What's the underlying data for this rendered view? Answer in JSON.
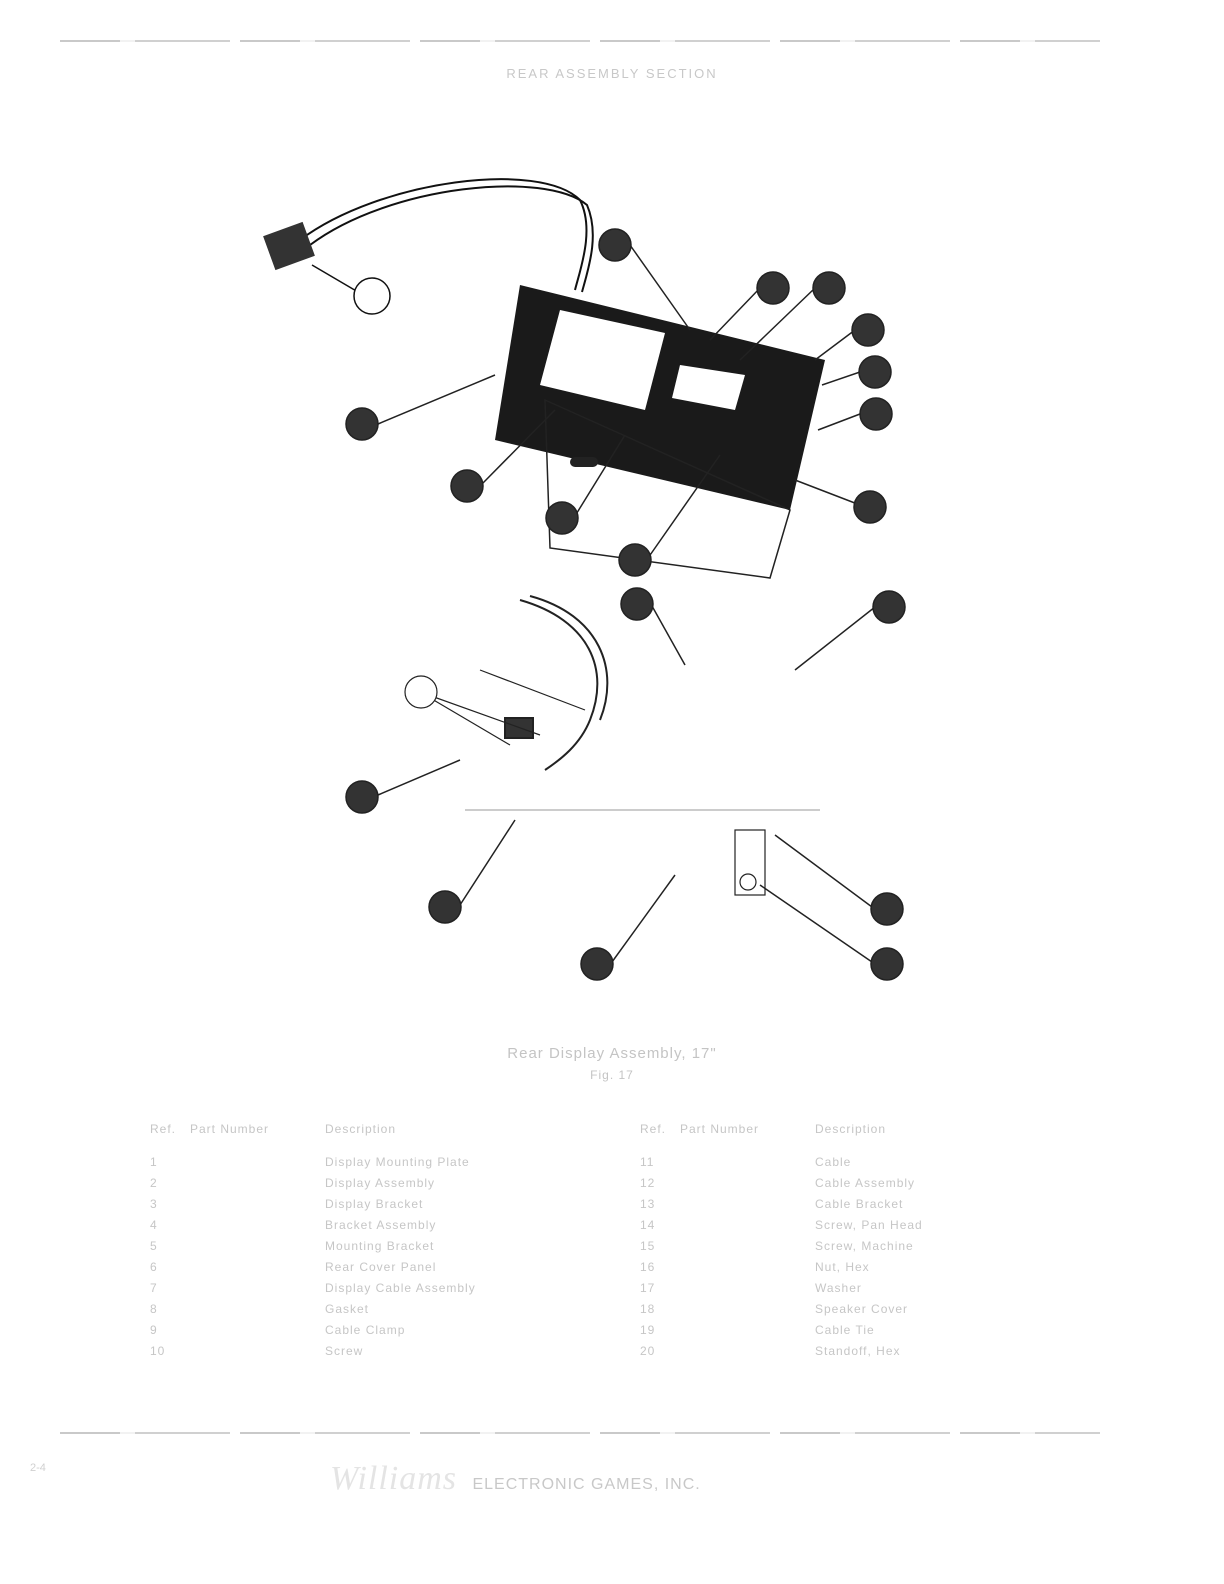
{
  "header": {
    "title": "REAR ASSEMBLY SECTION"
  },
  "figure": {
    "title": "Rear Display Assembly, 17\"",
    "subtitle": "Fig. 17"
  },
  "parts_table": {
    "columns": [
      "Ref.",
      "Part Number",
      "Description"
    ],
    "left": [
      {
        "ref": "1",
        "part": "",
        "desc": "Display Mounting Plate"
      },
      {
        "ref": "2",
        "part": "",
        "desc": "Display Assembly"
      },
      {
        "ref": "3",
        "part": "",
        "desc": "Display Bracket"
      },
      {
        "ref": "4",
        "part": "",
        "desc": "Bracket Assembly"
      },
      {
        "ref": "5",
        "part": "",
        "desc": "Mounting Bracket"
      },
      {
        "ref": "6",
        "part": "",
        "desc": "Rear Cover Panel"
      },
      {
        "ref": "7",
        "part": "",
        "desc": "Display Cable Assembly"
      },
      {
        "ref": "8",
        "part": "",
        "desc": "Gasket"
      },
      {
        "ref": "9",
        "part": "",
        "desc": "Cable Clamp"
      },
      {
        "ref": "10",
        "part": "",
        "desc": "Screw"
      }
    ],
    "right": [
      {
        "ref": "11",
        "part": "",
        "desc": "Cable"
      },
      {
        "ref": "12",
        "part": "",
        "desc": "Cable Assembly"
      },
      {
        "ref": "13",
        "part": "",
        "desc": "Cable Bracket"
      },
      {
        "ref": "14",
        "part": "",
        "desc": "Screw, Pan Head"
      },
      {
        "ref": "15",
        "part": "",
        "desc": "Screw, Machine"
      },
      {
        "ref": "16",
        "part": "",
        "desc": "Nut, Hex"
      },
      {
        "ref": "17",
        "part": "",
        "desc": "Washer"
      },
      {
        "ref": "18",
        "part": "",
        "desc": "Speaker Cover"
      },
      {
        "ref": "19",
        "part": "",
        "desc": "Cable Tie"
      },
      {
        "ref": "20",
        "part": "",
        "desc": "Standoff, Hex"
      }
    ]
  },
  "footer": {
    "logo": "Williams",
    "text": "ELECTRONIC GAMES, INC.",
    "page": "2-4"
  }
}
